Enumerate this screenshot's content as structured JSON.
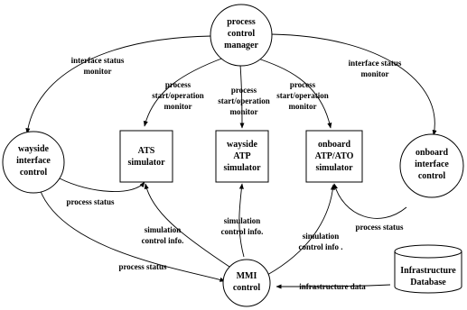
{
  "nodes": {
    "manager": [
      "process",
      "control",
      "manager"
    ],
    "wayside_interface": [
      "wayside",
      "interface",
      "control"
    ],
    "ats": [
      "ATS",
      "simulator"
    ],
    "wayside_atp": [
      "wayside",
      "ATP",
      "simulator"
    ],
    "onboard_atp": [
      "onboard",
      "ATP/ATO",
      "simulator"
    ],
    "onboard_interface": [
      "onboard",
      "interface",
      "control"
    ],
    "mmi": [
      "MMI",
      "control"
    ],
    "database": [
      "Infrastructure",
      "Database"
    ]
  },
  "edge_labels": {
    "ifs_left": [
      "interface status",
      "monitor"
    ],
    "ifs_right": [
      "interface status",
      "monitor"
    ],
    "psom_ats": [
      "process",
      "start/operation",
      "monitor"
    ],
    "psom_atp": [
      "process",
      "start/operation",
      "monitor"
    ],
    "psom_onboard": [
      "process",
      "start/operation",
      "monitor"
    ],
    "ps_wayside": [
      "process status"
    ],
    "ps_onboard": [
      "process status"
    ],
    "ps_mmi": [
      "process status"
    ],
    "sim_ats": [
      "simulation",
      "control info."
    ],
    "sim_atp": [
      "simulation",
      "control info."
    ],
    "sim_onboard": [
      "simulation",
      "control info ."
    ],
    "infra": [
      "infrastructure data"
    ]
  }
}
